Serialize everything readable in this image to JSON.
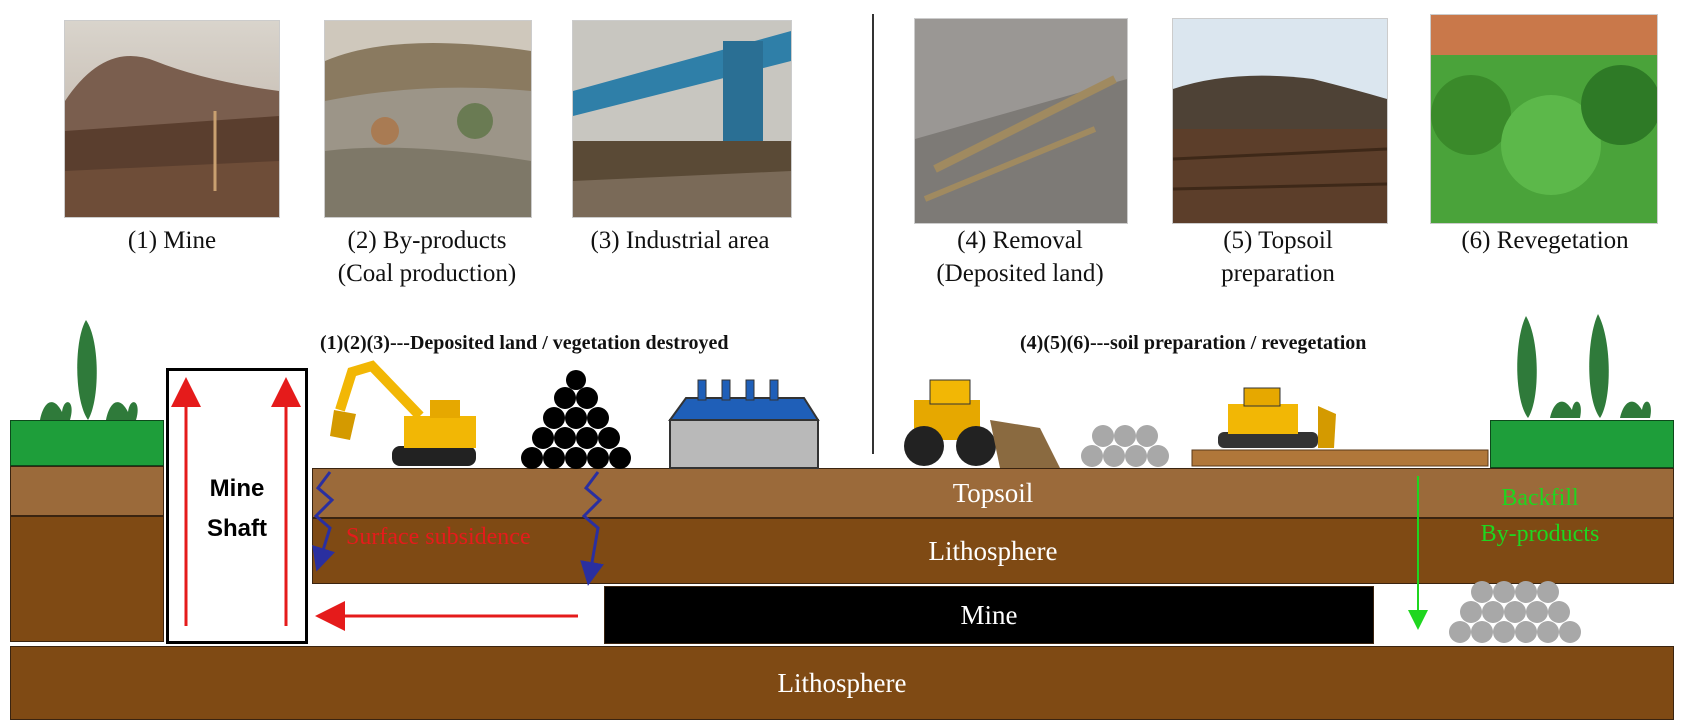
{
  "captions": {
    "mine": "(1) Mine",
    "byproducts_line1": "(2) By-products",
    "byproducts_line2": "(Coal production)",
    "industrial": "(3) Industrial area",
    "removal_line1": "(4) Removal",
    "removal_line2": "(Deposited land)",
    "topsoil_line1": "(5) Topsoil",
    "topsoil_line2": "preparation",
    "revegetation": "(6) Revegetation"
  },
  "phases": {
    "left": "(1)(2)(3)---Deposited land / vegetation destroyed",
    "right": "(4)(5)(6)---soil preparation / revegetation"
  },
  "layers": {
    "topsoil": "Topsoil",
    "lithosphere_upper": "Lithosphere",
    "mine": "Mine",
    "lithosphere_lower": "Lithosphere"
  },
  "shaft": {
    "line1": "Mine",
    "line2": "Shaft"
  },
  "labels": {
    "subsidence": "Surface subsidence",
    "backfill_line1": "Backfill",
    "backfill_line2": "By-products"
  },
  "colors": {
    "soil": "#9b6a3a",
    "rock": "#7f4a14",
    "mine": "#000000",
    "grass": "#1e9e3a",
    "arrow_red": "#e51b1b",
    "arrow_green": "#1fd61f",
    "crack_blue": "#2a2fa0"
  }
}
